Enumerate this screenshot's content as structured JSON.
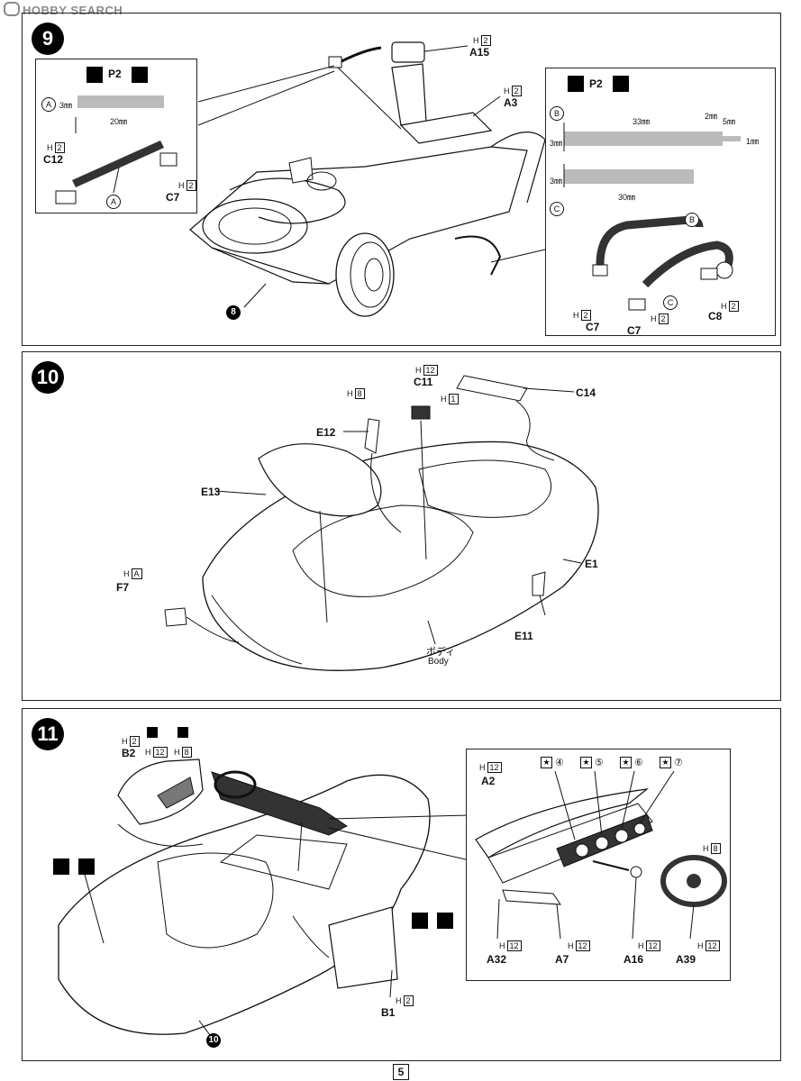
{
  "watermark": "HOBBY SEARCH",
  "page_number": "5",
  "step9": {
    "number": "9",
    "inset_left": {
      "tape_label": "P2",
      "multiplier_icon": "x2-icon",
      "tape_a_marker": "A",
      "tape_a_height": "3㎜",
      "tape_a_length": "20㎜",
      "part_c12": "C12",
      "part_c12_h": "2",
      "part_c7": "C7",
      "part_c7_h": "2",
      "marker_a": "A"
    },
    "main": {
      "part_a15": "A15",
      "part_a15_h": "2",
      "part_a3": "A3",
      "part_a3_h": "2",
      "ref_8": "8"
    },
    "inset_right": {
      "tape_label": "P2",
      "marker_b": "B",
      "marker_c": "C",
      "b_height": "3㎜",
      "b_length": "33㎜",
      "b_seg1": "2㎜",
      "b_seg2": "5㎜",
      "b_end": "1㎜",
      "c_height": "3㎜",
      "c_length": "30㎜",
      "part_c7a": "C7",
      "part_c7b": "C7",
      "part_c8": "C8",
      "h_value": "2"
    }
  },
  "step10": {
    "number": "10",
    "parts": {
      "c11": "C11",
      "c11_h": "12",
      "h8_label": "8",
      "c14": "C14",
      "c14_h": "1",
      "e12": "E12",
      "e13": "E13",
      "e1": "E1",
      "f7": "F7",
      "f7_h": "A",
      "e11": "E11",
      "body_jp": "ボディ",
      "body_en": "Body"
    }
  },
  "step11": {
    "number": "11",
    "parts": {
      "b2": "B2",
      "b2_h": "2",
      "h12": "12",
      "h8": "8",
      "b1": "B1",
      "b1_h": "2",
      "ref_10": "10"
    },
    "inset": {
      "a2": "A2",
      "a2_h": "12",
      "decal_4": "④",
      "decal_5": "⑤",
      "decal_6": "⑥",
      "decal_7": "⑦",
      "h8": "8",
      "a32": "A32",
      "a32_h": "12",
      "a7": "A7",
      "a7_h": "12",
      "a16": "A16",
      "a16_h": "12",
      "a39": "A39",
      "a39_h": "12"
    }
  }
}
